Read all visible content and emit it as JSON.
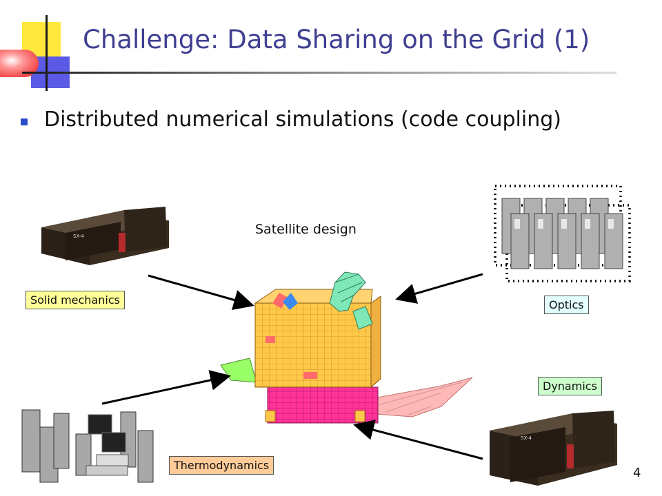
{
  "slide": {
    "title": "Challenge: Data Sharing on the Grid (1)",
    "bullet": "Distributed numerical simulations (code coupling)",
    "caption": "Satellite design",
    "page_number": "4"
  },
  "labels": {
    "solid_mechanics": "Solid mechanics",
    "optics": "Optics",
    "dynamics": "Dynamics",
    "thermodynamics": "Thermodynamics"
  },
  "icons": {
    "supercomputer_badge": "SX-4"
  },
  "colors": {
    "title": "#3F3F92",
    "bullet": "#2A4CC8",
    "solid_label_bg": "#FFFF99",
    "optics_label_bg": "#E3FFFF",
    "dynamics_label_bg": "#CCFFCC",
    "thermo_label_bg": "#FFCC99",
    "satellite_body": "#FFC84A",
    "satellite_base": "#FF3399"
  }
}
